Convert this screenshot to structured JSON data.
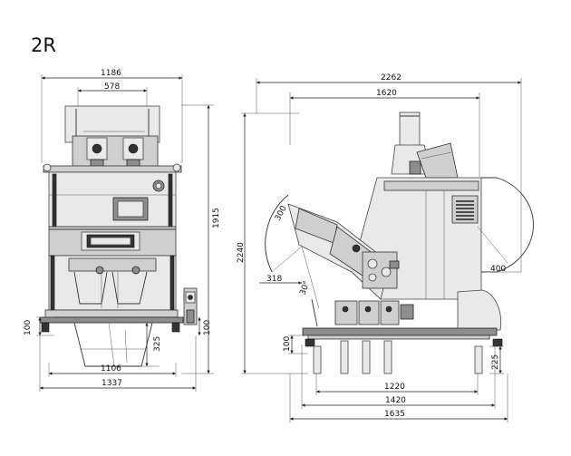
{
  "title": "2R",
  "front_view": {
    "dims": {
      "top_width": "1186",
      "inner_width": "578",
      "height_total": "1915",
      "base_height_left": "100",
      "base_height_right": "100",
      "leg_height": "325",
      "hopper_base_width": "1106",
      "overall_width": "1337"
    }
  },
  "side_view": {
    "dims": {
      "overall_length": "2262",
      "upper_length": "1620",
      "height": "2240",
      "chute_width": "300",
      "chute_offset": "318",
      "angle": "30°",
      "ejector_radius": "400",
      "base_height": "100",
      "foot_height": "225",
      "footprint_inner": "1220",
      "footprint_mid": "1420",
      "footprint_outer": "1635"
    }
  }
}
